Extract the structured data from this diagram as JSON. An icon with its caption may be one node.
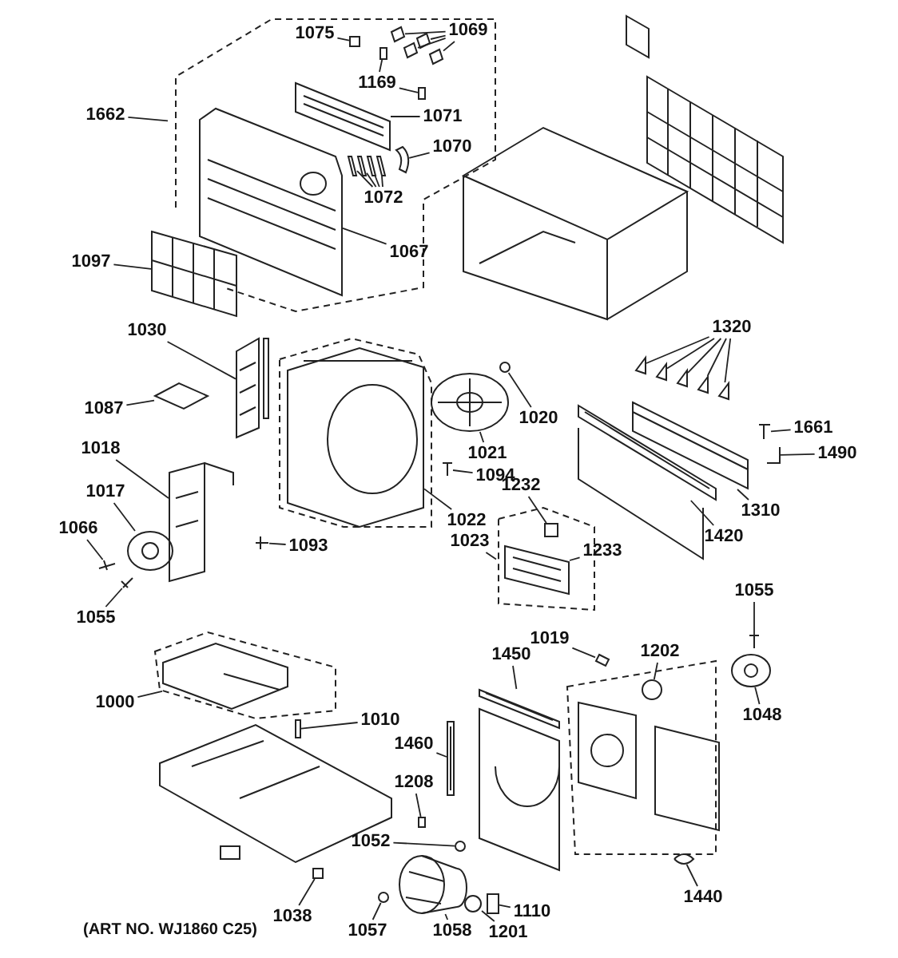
{
  "diagram": {
    "nodes": [
      {
        "text": [
          "1075"
        ]
      },
      {
        "text": [
          "1069"
        ]
      },
      {
        "text": [
          "1169"
        ]
      },
      {
        "text": [
          "1662"
        ]
      },
      {
        "text": [
          "1071"
        ]
      },
      {
        "text": [
          "1070"
        ]
      },
      {
        "text": [
          "1072"
        ]
      },
      {
        "text": [
          "1097"
        ]
      },
      {
        "text": [
          "1067"
        ]
      },
      {
        "text": [
          "1030"
        ]
      },
      {
        "text": [
          "1320"
        ]
      },
      {
        "text": [
          "1020"
        ]
      },
      {
        "text": [
          "1087"
        ]
      },
      {
        "text": [
          "1021"
        ]
      },
      {
        "text": [
          "1661"
        ]
      },
      {
        "text": [
          "1018"
        ]
      },
      {
        "text": [
          "1490"
        ]
      },
      {
        "text": [
          "1094"
        ]
      },
      {
        "text": [
          "1017"
        ]
      },
      {
        "text": [
          "1232"
        ]
      },
      {
        "text": [
          "1310"
        ]
      },
      {
        "text": [
          "1066"
        ]
      },
      {
        "text": [
          "1022"
        ]
      },
      {
        "text": [
          "1420"
        ]
      },
      {
        "text": [
          "1023"
        ]
      },
      {
        "text": [
          "1233"
        ]
      },
      {
        "text": [
          "1093"
        ]
      },
      {
        "text": [
          "1055"
        ]
      },
      {
        "text": [
          "1055"
        ]
      },
      {
        "text": [
          "1019"
        ]
      },
      {
        "text": [
          "1202"
        ]
      },
      {
        "text": [
          "1450"
        ]
      },
      {
        "text": [
          "1048"
        ]
      },
      {
        "text": [
          "1000"
        ]
      },
      {
        "text": [
          "1010"
        ]
      },
      {
        "text": [
          "1460"
        ]
      },
      {
        "text": [
          "1208"
        ]
      },
      {
        "text": [
          "1052"
        ]
      },
      {
        "text": [
          "1110"
        ]
      },
      {
        "text": [
          "1038"
        ]
      },
      {
        "text": [
          "1440"
        ]
      },
      {
        "text": [
          "1057"
        ]
      },
      {
        "text": [
          "1058"
        ]
      },
      {
        "text": [
          "1201"
        ]
      },
      {
        "text": [],
        "shape": "box"
      },
      {
        "text": [],
        "shape": "picture"
      },
      {
        "text": [],
        "shape": "picture"
      },
      {
        "text": [],
        "shape": "picture"
      },
      {
        "text": [],
        "shape": "picture"
      },
      {
        "text": [],
        "shape": "box"
      },
      {
        "text": [],
        "shape": "box"
      },
      {
        "text": [],
        "shape": "picture"
      },
      {
        "text": [],
        "shape": "picture"
      },
      {
        "text": [],
        "shape": "picture"
      },
      {
        "text": [],
        "shape": "picture"
      },
      {
        "text": [],
        "shape": "picture"
      },
      {
        "text": [],
        "shape": "picture"
      },
      {
        "text": [],
        "shape": "picture"
      },
      {
        "text": [],
        "shape": "picture"
      },
      {
        "text": [],
        "shape": "picture"
      },
      {
        "text": [],
        "shape": "picture"
      },
      {
        "text": [],
        "shape": "picture"
      },
      {
        "text": [],
        "shape": "picture"
      },
      {
        "text": [],
        "shape": "picture"
      },
      {
        "text": [],
        "shape": "picture"
      },
      {
        "text": [],
        "shape": "circle"
      },
      {
        "text": [],
        "shape": "picture"
      },
      {
        "text": [],
        "shape": "picture"
      },
      {
        "text": [],
        "shape": "picture"
      },
      {
        "text": [],
        "shape": "picture"
      },
      {
        "text": [],
        "shape": "picture"
      },
      {
        "text": [],
        "shape": "picture"
      },
      {
        "text": [],
        "shape": "picture"
      },
      {
        "text": [],
        "shape": "box"
      },
      {
        "text": [],
        "shape": "picture"
      },
      {
        "text": [],
        "shape": "picture"
      },
      {
        "text": [],
        "shape": "picture"
      },
      {
        "text": [],
        "shape": "picture"
      },
      {
        "text": [],
        "shape": "picture"
      },
      {
        "text": [],
        "shape": "picture"
      },
      {
        "text": [],
        "shape": "picture"
      },
      {
        "text": [],
        "shape": "picture"
      },
      {
        "text": [],
        "shape": "picture"
      },
      {
        "text": [],
        "shape": "circle"
      },
      {
        "text": [],
        "shape": "picture"
      },
      {
        "text": [],
        "shape": "picture"
      },
      {
        "text": [],
        "shape": "box"
      },
      {
        "text": [],
        "shape": "picture"
      },
      {
        "text": [],
        "shape": "box"
      },
      {
        "text": [],
        "shape": "circle"
      },
      {
        "text": [],
        "shape": "box"
      },
      {
        "text": [],
        "shape": "box"
      },
      {
        "text": [],
        "shape": "picture"
      },
      {
        "text": [],
        "shape": "circle"
      },
      {
        "text": [],
        "shape": "picture"
      },
      {
        "text": [],
        "shape": "circle"
      },
      {
        "text": [],
        "shape": "picture"
      }
    ],
    "edges": [
      {
        "from": 0,
        "to": 44,
        "arrow": "none"
      },
      {
        "from": 1,
        "to": 45,
        "arrow": "none"
      },
      {
        "from": 1,
        "to": 46,
        "arrow": "none"
      },
      {
        "from": 1,
        "to": 47,
        "arrow": "none"
      },
      {
        "from": 1,
        "to": 48,
        "arrow": "none"
      },
      {
        "from": 2,
        "to": 49,
        "arrow": "none"
      },
      {
        "from": 2,
        "to": 50,
        "arrow": "none"
      },
      {
        "from": 3,
        "to": null,
        "arrow": "none"
      },
      {
        "from": 4,
        "to": 51,
        "arrow": "none"
      },
      {
        "from": 5,
        "to": 52,
        "arrow": "none"
      },
      {
        "from": 6,
        "to": 53,
        "arrow": "none"
      },
      {
        "from": 6,
        "to": 54,
        "arrow": "none"
      },
      {
        "from": 6,
        "to": 55,
        "arrow": "none"
      },
      {
        "from": 6,
        "to": 56,
        "arrow": "none"
      },
      {
        "from": 7,
        "to": 57,
        "arrow": "none"
      },
      {
        "from": 8,
        "to": 58,
        "arrow": "none"
      },
      {
        "from": 9,
        "to": 59,
        "arrow": "none"
      },
      {
        "from": 10,
        "to": 60,
        "arrow": "none"
      },
      {
        "from": 10,
        "to": 61,
        "arrow": "none"
      },
      {
        "from": 10,
        "to": 62,
        "arrow": "none"
      },
      {
        "from": 10,
        "to": 63,
        "arrow": "none"
      },
      {
        "from": 10,
        "to": 64,
        "arrow": "none"
      },
      {
        "from": 11,
        "to": 65,
        "arrow": "none"
      },
      {
        "from": 12,
        "to": 66,
        "arrow": "none"
      },
      {
        "from": 13,
        "to": 67,
        "arrow": "none"
      },
      {
        "from": 14,
        "to": 68,
        "arrow": "none"
      },
      {
        "from": 15,
        "to": 69,
        "arrow": "none"
      },
      {
        "from": 16,
        "to": 70,
        "arrow": "none"
      },
      {
        "from": 17,
        "to": 71,
        "arrow": "none"
      },
      {
        "from": 18,
        "to": 72,
        "arrow": "none"
      },
      {
        "from": 19,
        "to": 73,
        "arrow": "none"
      },
      {
        "from": 20,
        "to": 74,
        "arrow": "none"
      },
      {
        "from": 21,
        "to": 75,
        "arrow": "none"
      },
      {
        "from": 22,
        "to": 76,
        "arrow": "none"
      },
      {
        "from": 23,
        "to": 77,
        "arrow": "none"
      },
      {
        "from": 24,
        "to": null,
        "arrow": "none"
      },
      {
        "from": 25,
        "to": 78,
        "arrow": "none"
      },
      {
        "from": 26,
        "to": 79,
        "arrow": "none"
      },
      {
        "from": 27,
        "to": 80,
        "arrow": "none"
      },
      {
        "from": 28,
        "to": 81,
        "arrow": "none"
      },
      {
        "from": 29,
        "to": 82,
        "arrow": "none"
      },
      {
        "from": 30,
        "to": 83,
        "arrow": "none"
      },
      {
        "from": 31,
        "to": 84,
        "arrow": "none"
      },
      {
        "from": 32,
        "to": 85,
        "arrow": "none"
      },
      {
        "from": 33,
        "to": 96,
        "arrow": "none"
      },
      {
        "from": 34,
        "to": 86,
        "arrow": "none"
      },
      {
        "from": 35,
        "to": 87,
        "arrow": "none"
      },
      {
        "from": 36,
        "to": 88,
        "arrow": "none"
      },
      {
        "from": 37,
        "to": 89,
        "arrow": "none"
      },
      {
        "from": 38,
        "to": 90,
        "arrow": "none"
      },
      {
        "from": 39,
        "to": 91,
        "arrow": "none"
      },
      {
        "from": 40,
        "to": 92,
        "arrow": "none"
      },
      {
        "from": 41,
        "to": 93,
        "arrow": "none"
      },
      {
        "from": 42,
        "to": 94,
        "arrow": "none"
      },
      {
        "from": 43,
        "to": 95,
        "arrow": "none"
      }
    ],
    "labels": [
      "(ART NO. WJ1860 C25)"
    ]
  }
}
